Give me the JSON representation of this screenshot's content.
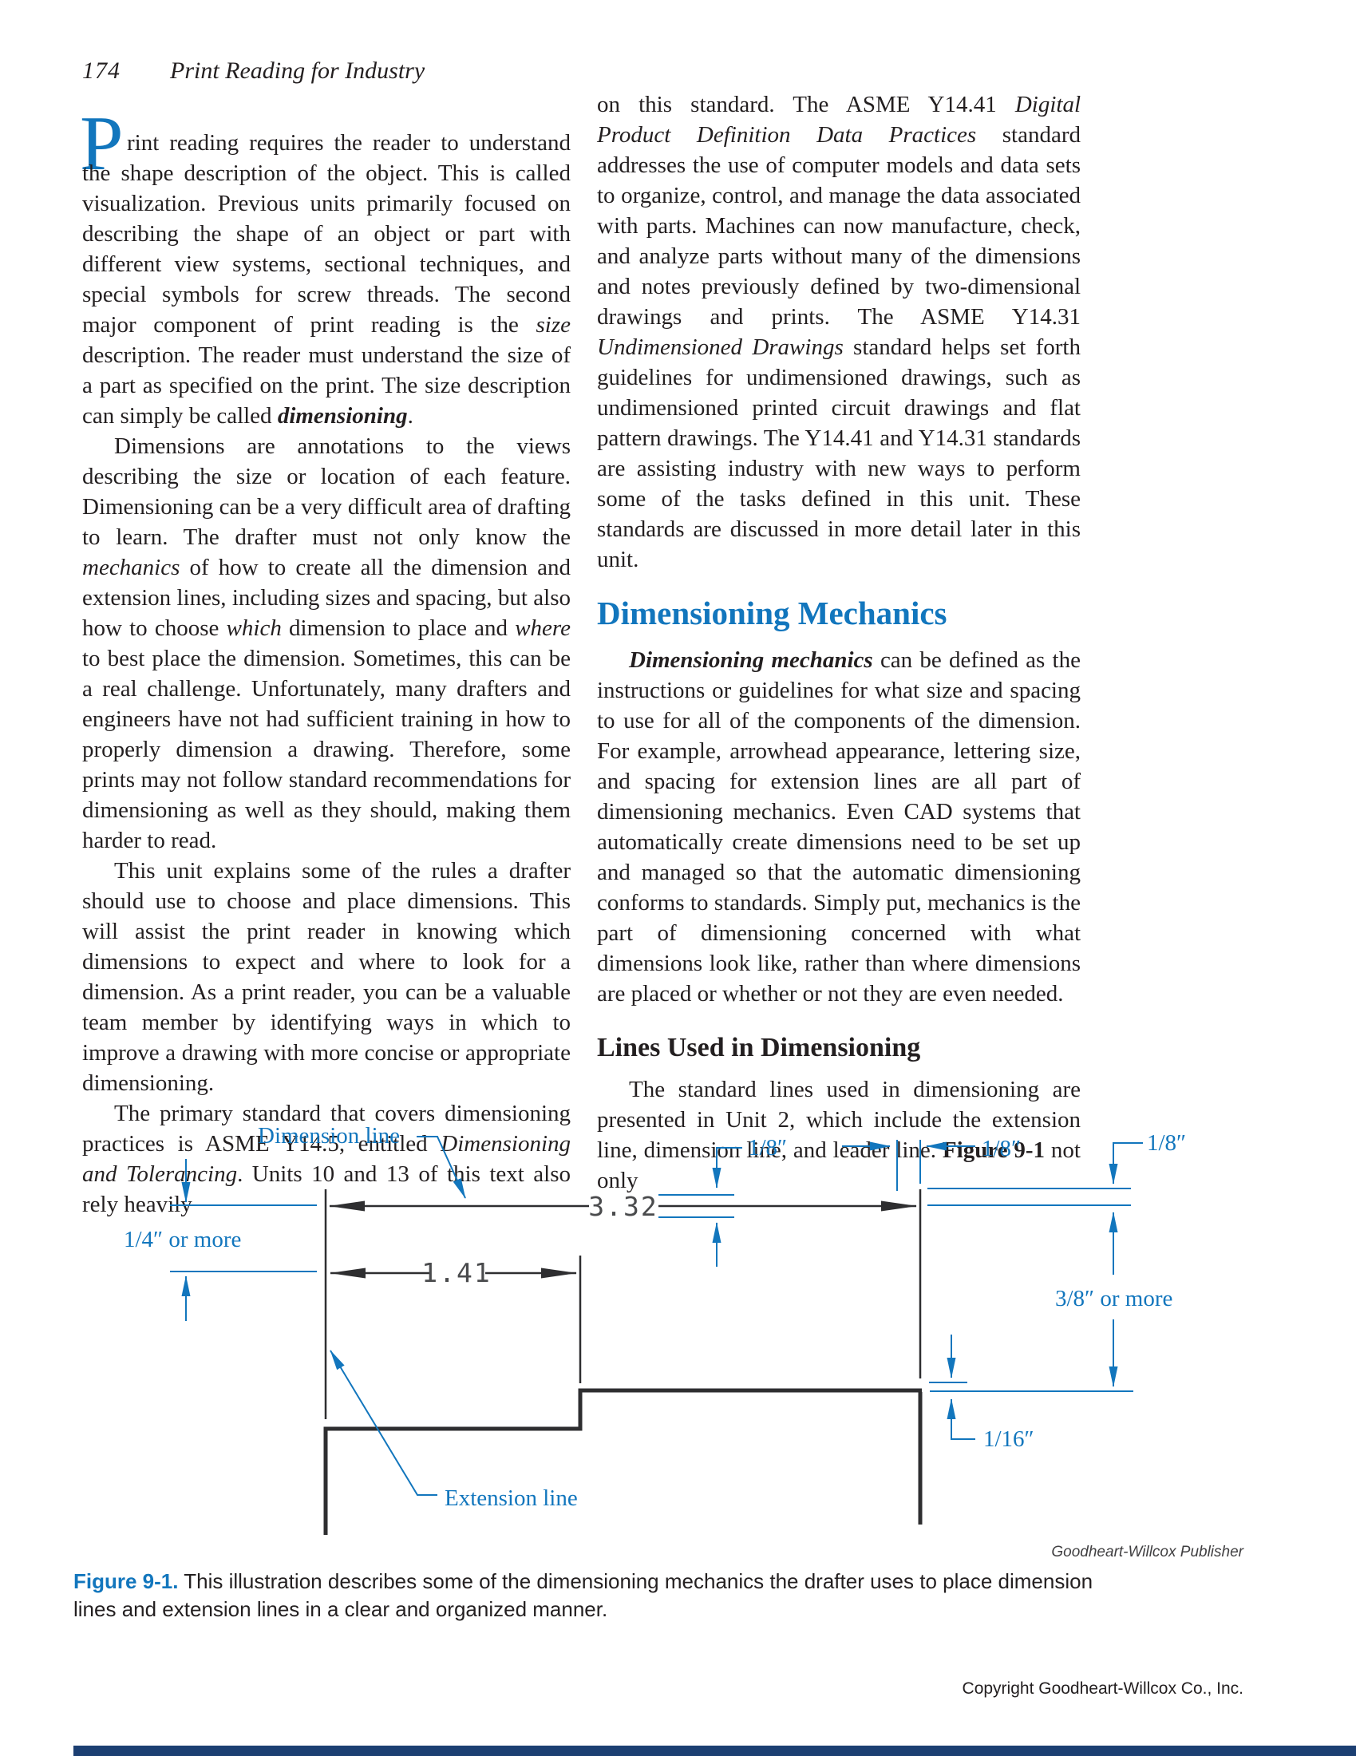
{
  "page": {
    "number": "174",
    "running_title": "Print Reading for Industry"
  },
  "left_column": {
    "dropcap": "P",
    "p1": [
      {
        "t": "rint reading requires the reader to understand the shape description of the object. This is called visualization. Previous units primarily focused on describing the shape of an object or part with different view systems, sectional techniques, and special symbols for screw threads. The second major component of print reading is the ",
        "s": ""
      },
      {
        "t": "size",
        "s": "i"
      },
      {
        "t": " description. The reader must understand the size of a part as specified on the print. The size description can simply be called ",
        "s": ""
      },
      {
        "t": "dimensioning",
        "s": "bi"
      },
      {
        "t": ".",
        "s": ""
      }
    ],
    "p2": [
      {
        "t": "Dimensions are annotations to the views describing the size or location of each feature. Dimensioning can be a very difficult area of drafting to learn. The drafter must not only know the ",
        "s": ""
      },
      {
        "t": "mechanics",
        "s": "i"
      },
      {
        "t": " of how to create all the dimension and extension lines, including sizes and spacing, but also how to choose ",
        "s": ""
      },
      {
        "t": "which",
        "s": "i"
      },
      {
        "t": " dimension to place and ",
        "s": ""
      },
      {
        "t": "where",
        "s": "i"
      },
      {
        "t": " to best place the dimension. Sometimes, this can be a real challenge. Unfortunately, many drafters and engineers have not had sufficient training in how to properly dimension a drawing. Therefore, some prints may not follow standard recommendations for dimensioning as well as they should, making them harder to read.",
        "s": ""
      }
    ],
    "p3": [
      {
        "t": "This unit explains some of the rules a drafter should use to choose and place dimensions. This will assist the print reader in knowing which dimensions to expect and where to look for a dimension. As a print reader, you can be a valuable team member by identifying ways in which to improve a drawing with more concise or appropriate dimensioning.",
        "s": ""
      }
    ],
    "p4": [
      {
        "t": "The primary standard that covers dimensioning practices is ASME Y14.5, entitled ",
        "s": ""
      },
      {
        "t": "Dimensioning and Tolerancing",
        "s": "i"
      },
      {
        "t": ". Units 10 and 13 of this text also rely heavily",
        "s": ""
      }
    ]
  },
  "right_column": {
    "p1": [
      {
        "t": "on this standard. The ASME Y14.41 ",
        "s": ""
      },
      {
        "t": "Digital Product Definition Data Practices",
        "s": "i"
      },
      {
        "t": " standard addresses the use of computer models and data sets to organize, control, and manage the data associated with parts. Machines can now manufacture, check, and analyze parts without many of the dimensions and notes previously defined by two-dimensional drawings and prints. The ASME Y14.31 ",
        "s": ""
      },
      {
        "t": "Undimensioned Drawings",
        "s": "i"
      },
      {
        "t": " standard helps set forth guidelines for undimensioned drawings, such as undimensioned printed circuit drawings and flat pattern drawings. The Y14.41 and Y14.31 standards are assisting industry with new ways to perform some of the tasks defined in this unit. These standards are discussed in more detail later in this unit.",
        "s": ""
      }
    ],
    "heading": "Dimensioning Mechanics",
    "p2": [
      {
        "t": "Dimensioning mechanics",
        "s": "bi"
      },
      {
        "t": " can be defined as the instructions or guidelines for what size and spacing to use for all of the components of the dimension. For example, arrowhead appearance, lettering size, and spacing for extension lines are all part of dimensioning mechanics. Even CAD systems that automatically create dimensions need to be set up and managed so that the automatic dimensioning conforms to standards. Simply put, mechanics is the part of dimensioning concerned with what dimensions look like, rather than where dimensions are placed or whether or not they are even needed.",
        "s": ""
      }
    ],
    "subheading": "Lines Used in Dimensioning",
    "p3": [
      {
        "t": "The standard lines used in dimensioning are presented in Unit 2, which include the extension line, dimension line, and leader line. ",
        "s": ""
      },
      {
        "t": "Figure 9-1",
        "s": "b"
      },
      {
        "t": " not only",
        "s": ""
      }
    ]
  },
  "figure": {
    "labels": {
      "dimension_line": "Dimension line",
      "extension_line": "Extension line",
      "quarter_or_more": "1/4″ or more",
      "eighth_1": "1/8″",
      "eighth_2": "1/8″",
      "eighth_3": "1/8″",
      "three_eighths_or_more": "3/8″ or more",
      "sixteenth": "1/16″"
    },
    "dimensions": {
      "overall": "3.32",
      "step": "1.41"
    },
    "credit": "Goodheart-Willcox Publisher",
    "caption": {
      "label": "Figure 9-1.",
      "text": " This illustration describes some of the dimensioning mechanics the drafter uses to place dimension lines and extension lines in a clear and organized manner."
    }
  },
  "footer": {
    "copyright": "Copyright Goodheart-Willcox Co., Inc."
  },
  "colors": {
    "accent": "#1276bd",
    "ink": "#231f20",
    "dim_value_gray": "#4a4b4d",
    "footer_bar_navy": "#1c3f72"
  }
}
